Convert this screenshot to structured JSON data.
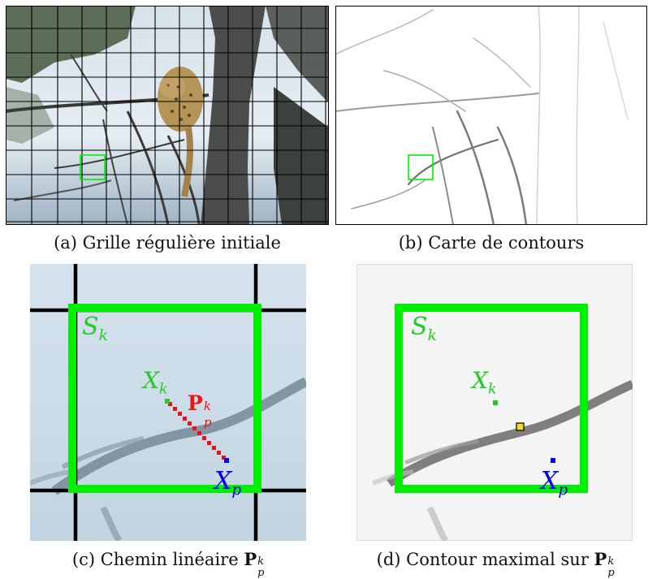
{
  "captions": {
    "a": "(a) Grille régulière initiale",
    "b": "(b) Carte de contours",
    "c_prefix": "(c) Chemin linéaire ",
    "d_prefix": "(d) Contour maximal sur "
  },
  "symbols": {
    "S_main": "S",
    "S_sub": "k",
    "Xk_main": "X",
    "Xk_sub": "k",
    "Xp_main": "X",
    "Xp_sub": "p",
    "P_main": "P",
    "P_sub": "p",
    "P_sup": "k"
  },
  "colors": {
    "superpixel": "#00ee00",
    "center": "#22cc22",
    "pixel": "#0000ee",
    "path": "#ee0000",
    "grid": "#000000",
    "max_contour": "#f0dc2a"
  }
}
